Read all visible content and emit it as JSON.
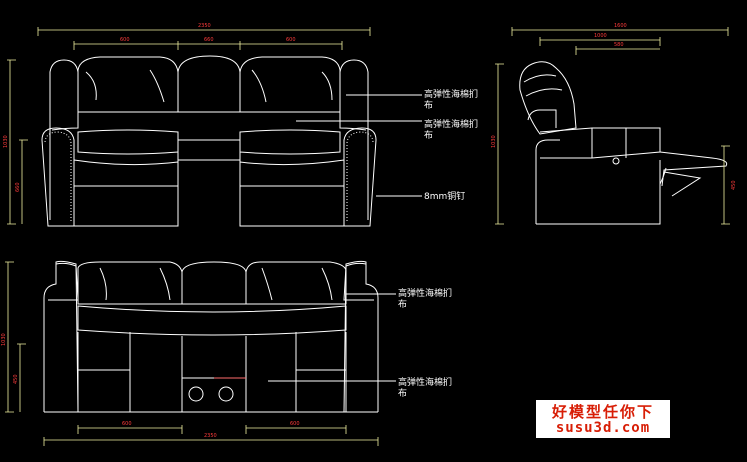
{
  "dimensions": {
    "front_total": "2350",
    "front_left_seat": "600",
    "front_middle_seat": "660",
    "front_right_seat": "600",
    "front_height": "1030",
    "front_arm_height": "660",
    "side_total": "1600",
    "side_seat_depth": "1000",
    "side_arm": "580",
    "side_height": "1030",
    "side_seat_height": "450",
    "rear_height": "1030",
    "rear_seat_height": "450",
    "rear_bottom_left": "600",
    "rear_bottom_total": "2350",
    "rear_bottom_right": "600"
  },
  "callouts": {
    "front_top_line1": "高弹性海棉扪",
    "front_top_line2": "布",
    "front_mid_line1": "高弹性海棉扪",
    "front_mid_line2": "布",
    "front_nail": "8mm铜钉",
    "rear_top_line1": "高弹性海棉扪",
    "rear_top_line2": "布",
    "rear_bottom_line1": "高弹性海棉扪",
    "rear_bottom_line2": "布"
  },
  "watermark": {
    "line1": "好模型任你下",
    "line2": "susu3d.com"
  },
  "colors": {
    "background": "#000000",
    "outline": "#ffffff",
    "dimension": "#ff3b3b",
    "dim_line": "#f0f0a0",
    "watermark": "#d81e06"
  }
}
